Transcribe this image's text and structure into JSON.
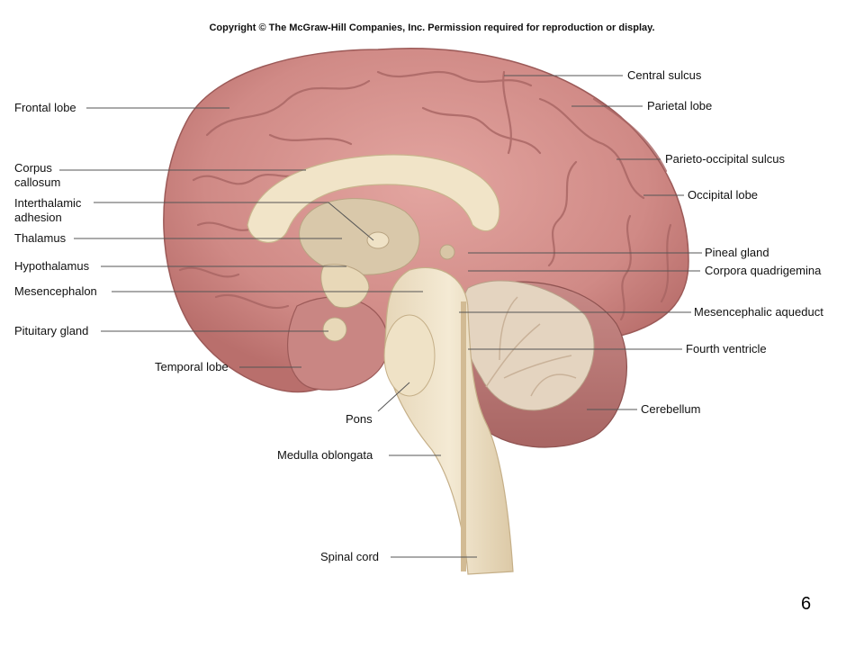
{
  "copyright": "Copyright © The McGraw-Hill Companies, Inc. Permission required for reproduction or display.",
  "slide_number": "6",
  "labels": {
    "frontal_lobe": "Frontal lobe",
    "corpus_callosum_1": "Corpus",
    "corpus_callosum_2": "callosum",
    "interthalamic_1": "Interthalamic",
    "interthalamic_2": "adhesion",
    "thalamus": "Thalamus",
    "hypothalamus": "Hypothalamus",
    "mesencephalon": "Mesencephalon",
    "pituitary_gland": "Pituitary gland",
    "temporal_lobe": "Temporal lobe",
    "pons": "Pons",
    "medulla_oblongata": "Medulla oblongata",
    "spinal_cord": "Spinal cord",
    "central_sulcus": "Central sulcus",
    "parietal_lobe": "Parietal lobe",
    "parieto_occipital_sulcus": "Parieto-occipital sulcus",
    "occipital_lobe": "Occipital lobe",
    "pineal_gland": "Pineal gland",
    "corpora_quadrigemina": "Corpora quadrigemina",
    "mesencephalic_aqueduct": "Mesencephalic aqueduct",
    "fourth_ventricle": "Fourth ventricle",
    "cerebellum": "Cerebellum"
  }
}
